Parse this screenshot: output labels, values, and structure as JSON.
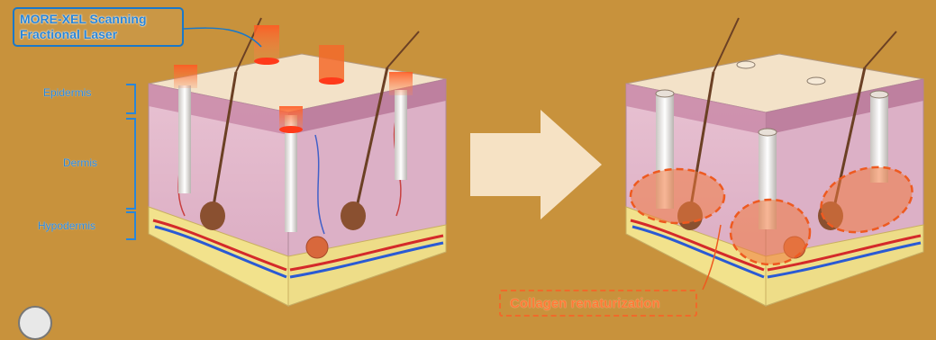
{
  "laser_label": {
    "line1": "MORE-XEL Scanning",
    "line2": "Fractional Laser"
  },
  "layers": {
    "epidermis": "Epidermis",
    "dermis": "Dermis",
    "hypodermis": "Hypodermis"
  },
  "result_label": "Collagen renaturization",
  "colors": {
    "background": "#c8923c",
    "label_blue": "#2a86d8",
    "laser_orange": "#f36a2a",
    "collagen_orange": "#f07a40",
    "arrow": "#f6e2c4"
  },
  "icons": [
    "laser-beam-icon",
    "hair-follicle-icon",
    "arrow-right-icon",
    "logo-icon"
  ]
}
